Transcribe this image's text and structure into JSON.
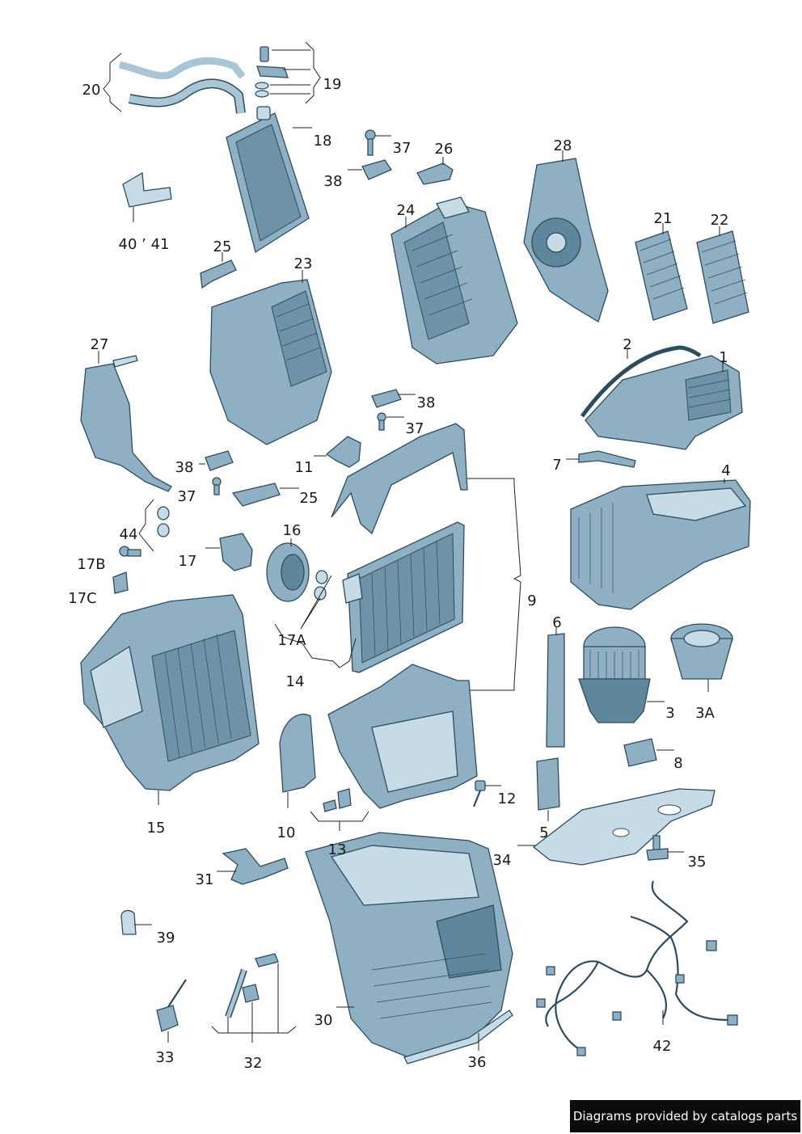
{
  "labels": {
    "l1": "1",
    "l2": "2",
    "l3": "3",
    "l3A": "3A",
    "l4": "4",
    "l5": "5",
    "l6": "6",
    "l7": "7",
    "l8": "8",
    "l9": "9",
    "l10": "10",
    "l11": "11",
    "l12": "12",
    "l13": "13",
    "l14": "14",
    "l15": "15",
    "l16": "16",
    "l17": "17",
    "l17A": "17A",
    "l17B": "17B",
    "l17C": "17C",
    "l18": "18",
    "l19": "19",
    "l20": "20",
    "l21": "21",
    "l22": "22",
    "l23": "23",
    "l24": "24",
    "l25a": "25",
    "l25b": "25",
    "l26": "26",
    "l27": "27",
    "l28": "28",
    "l30": "30",
    "l31": "31",
    "l32": "32",
    "l33": "33",
    "l34": "34",
    "l35": "35",
    "l36": "36",
    "l37a": "37",
    "l37b": "37",
    "l37c": "37",
    "l38a": "38",
    "l38b": "38",
    "l38c": "38",
    "l39": "39",
    "l40_41": "40 ’ 41",
    "l42": "42",
    "l44": "44"
  },
  "footer": {
    "text": "Diagrams provided by catalogs parts"
  },
  "colors": {
    "part_fill": "#8fb0c3",
    "part_stroke": "#2d4c5e",
    "footer_bg": "#0b0b0b"
  }
}
